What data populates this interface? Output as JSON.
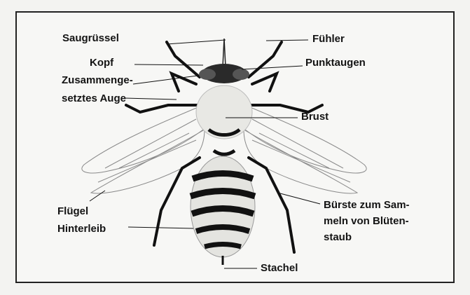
{
  "labels": {
    "saugruessel": "Saugrüssel",
    "kopf": "Kopf",
    "auge_1": "Zusammenge-",
    "auge_2": "setztes Auge",
    "fuehler": "Fühler",
    "punktaugen": "Punktaugen",
    "brust": "Brust",
    "fluegel": "Flügel",
    "hinterleib": "Hinterleib",
    "buerste_1": "Bürste zum Sam-",
    "buerste_2": "meln von Blüten-",
    "buerste_3": "staub",
    "stachel": "Stachel"
  }
}
